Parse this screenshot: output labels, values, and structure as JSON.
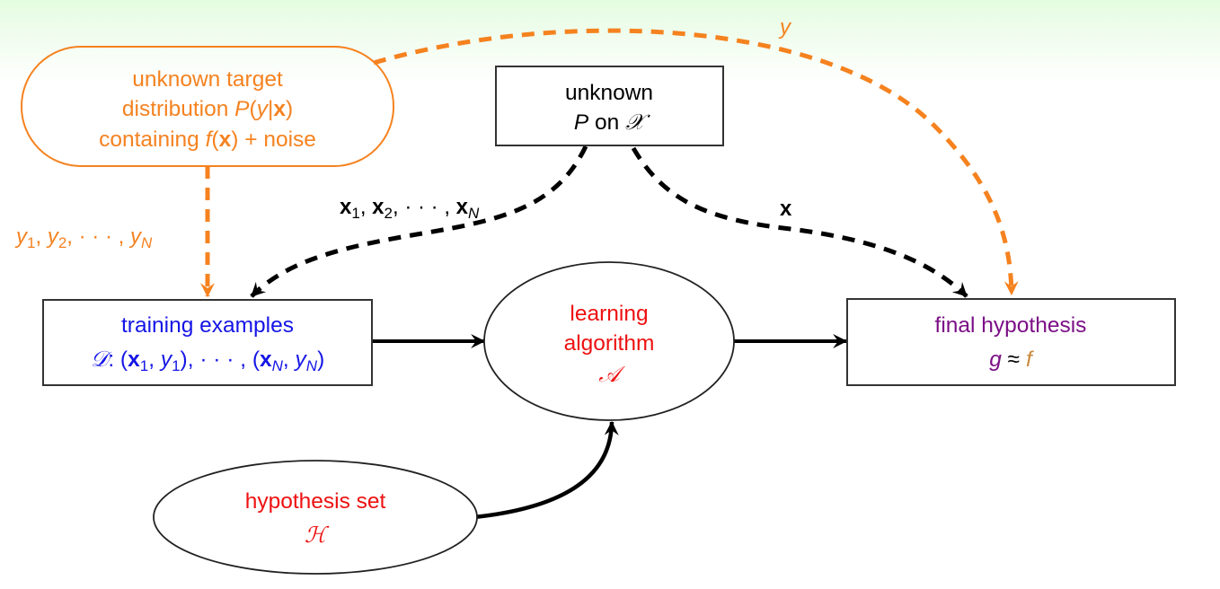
{
  "colors": {
    "orange": "#f5821f",
    "blue": "#1515e6",
    "red": "#ee1111",
    "purple": "#7b0f86",
    "tan": "#c98a3c",
    "black": "#000000",
    "background_top": "#e4fde0"
  },
  "nodes": {
    "target_distribution": {
      "line1": "unknown target",
      "line2_text": "distribution ",
      "line2_P": "P",
      "line2_open": "(",
      "line2_y": "y",
      "line2_bar": "|",
      "line2_x": "x",
      "line2_close": ")",
      "line3_text": "containing ",
      "line3_f": "f",
      "line3_open": "(",
      "line3_x": "x",
      "line3_rest": ") + noise"
    },
    "input_distribution": {
      "line1": "unknown",
      "line2_P": "P",
      "line2_on": " on ",
      "line2_X": "𝒳"
    },
    "training_examples": {
      "line1": "training examples",
      "line2_D": "𝒟",
      "line2_colon": ": (",
      "line2_x1": "x",
      "line2_x1_sub": "1",
      "line2_comma1": ", ",
      "line2_y1": "y",
      "line2_y1_sub": "1",
      "line2_mid": "), · · · , (",
      "line2_xN": "x",
      "line2_xN_sub": "N",
      "line2_comma2": ", ",
      "line2_yN": "y",
      "line2_yN_sub": "N",
      "line2_close": ")"
    },
    "learning_algorithm": {
      "line1": "learning",
      "line2": "algorithm",
      "symbol": "𝒜"
    },
    "final_hypothesis": {
      "line1": "final hypothesis",
      "g": "g",
      "approx": " ≈ ",
      "f": "f"
    },
    "hypothesis_set": {
      "line1": "hypothesis set",
      "symbol": "ℋ"
    }
  },
  "edge_labels": {
    "y_top": "y",
    "y_series": {
      "y": "y",
      "s1": "1",
      "c1": ", ",
      "s2": "2",
      "dots": ", · · · , ",
      "sN": "N"
    },
    "x_series": {
      "x": "x",
      "s1": "1",
      "c1": ", ",
      "s2": "2",
      "dots": ", · · · , ",
      "sN": "N"
    },
    "x_single": "x"
  }
}
